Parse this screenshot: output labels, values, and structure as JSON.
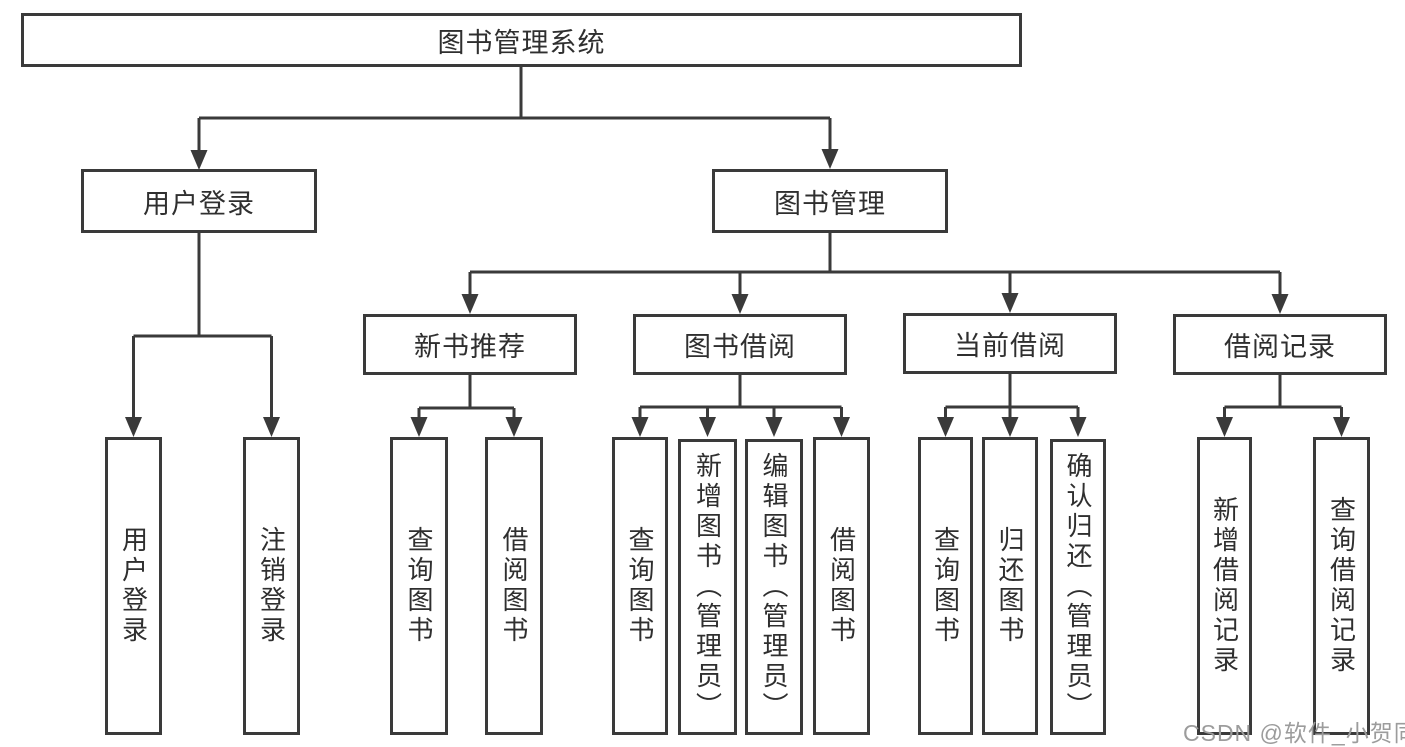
{
  "diagram": {
    "title": "图书管理系统",
    "line_color": "#3a3a3a",
    "text_color": "#2f2f2f",
    "box_background": "#ffffff",
    "nodes": {
      "root": "图书管理系统",
      "user_login": "用户登录",
      "book_management": "图书管理",
      "new_book_recommend": "新书推荐",
      "book_borrowing": "图书借阅",
      "current_borrowing": "当前借阅",
      "borrowing_records": "借阅记录",
      "leaf_user_login": "用户登录",
      "leaf_logout": "注销登录",
      "leaf_nb_query_books": "查询图书",
      "leaf_nb_borrow_books": "借阅图书",
      "leaf_bb_query_books": "查询图书",
      "leaf_bb_add_books": "新增图书（管理员）",
      "leaf_bb_edit_books": "编辑图书（管理员）",
      "leaf_bb_borrow_books": "借阅图书",
      "leaf_cb_query_books": "查询图书",
      "leaf_cb_return_books": "归还图书",
      "leaf_cb_confirm_return": "确认归还（管理员）",
      "leaf_br_add_record": "新增借阅记录",
      "leaf_br_query_record": "查询借阅记录"
    }
  },
  "watermark": {
    "text": "CSDN @软件_小贺同学",
    "color": "#9c9c9c"
  }
}
